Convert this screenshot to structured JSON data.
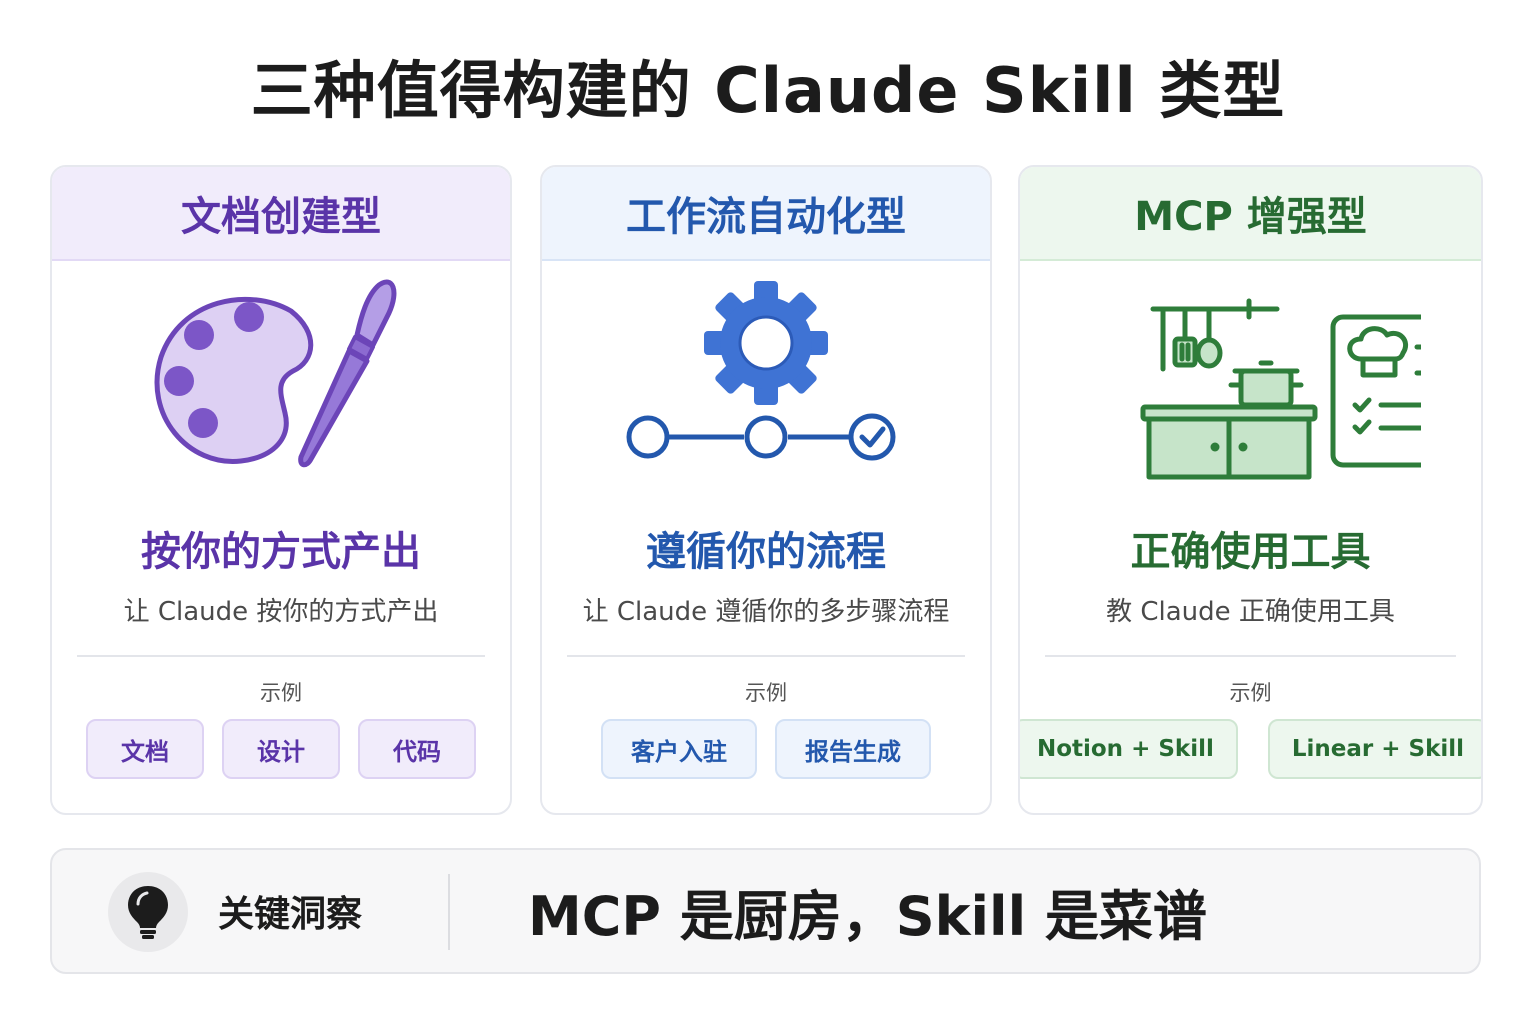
{
  "title": "三种值得构建的 Claude Skill 类型",
  "cards": [
    {
      "header": "文档创建型",
      "icon": "palette-brush-icon",
      "subtitle": "按你的方式产出",
      "description": "让 Claude 按你的方式产出",
      "examples_label": "示例",
      "examples": [
        "文档",
        "设计",
        "代码"
      ],
      "accent": "#5a34a8"
    },
    {
      "header": "工作流自动化型",
      "icon": "gear-workflow-icon",
      "subtitle": "遵循你的流程",
      "description": "让 Claude 遵循你的多步骤流程",
      "examples_label": "示例",
      "examples": [
        "客户入驻",
        "报告生成"
      ],
      "accent": "#2358ad"
    },
    {
      "header": "MCP 增强型",
      "icon": "kitchen-recipe-icon",
      "subtitle": "正确使用工具",
      "description": "教 Claude 正确使用工具",
      "examples_label": "示例",
      "examples": [
        "Notion + Skill",
        "Linear + Skill"
      ],
      "accent": "#276b32"
    }
  ],
  "insight": {
    "icon": "lightbulb-icon",
    "label": "关键洞察",
    "text": "MCP 是厨房，Skill 是菜谱"
  }
}
